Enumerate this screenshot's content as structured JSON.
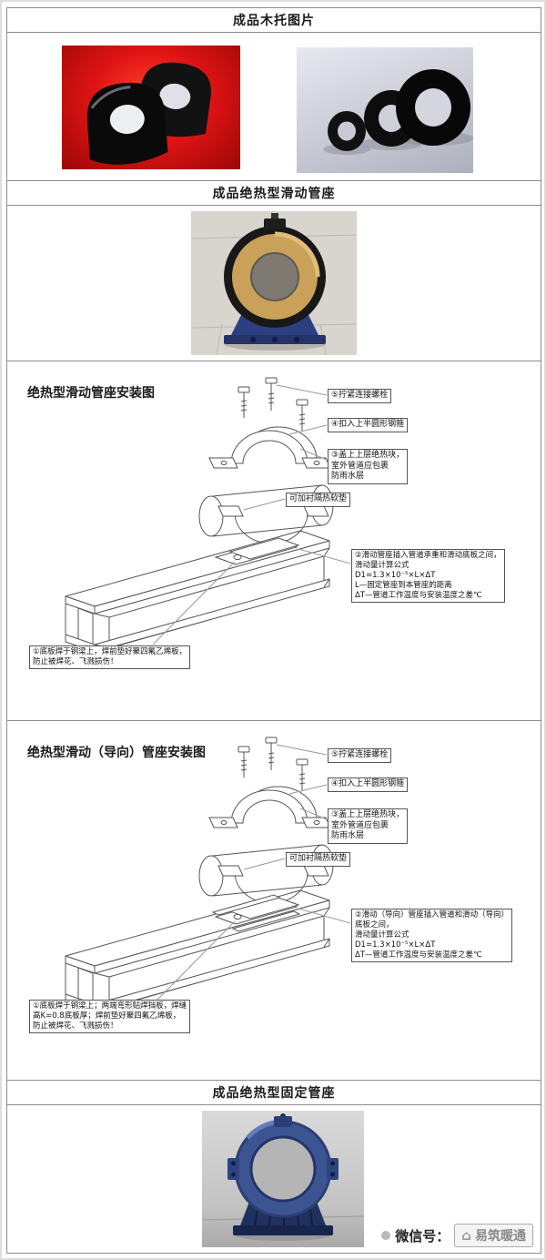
{
  "sections": {
    "wood": {
      "title": "成品木托图片"
    },
    "sliding": {
      "title": "成品绝热型滑动管座"
    },
    "fixed": {
      "title": "成品绝热型固定管座"
    }
  },
  "diagram1": {
    "title": "绝热型滑动管座安装图",
    "callout5": "⑤拧紧连接螺栓",
    "callout4": "④扣入上半圆形钢箍",
    "callout3": "③盖上上层绝热块，\n室外管道应包裹\n防雨水层",
    "callout_pad": "可加衬隔热软垫",
    "callout2": "②滑动管座插入管道承重和滑动底板之间，\n滑动量计算公式\nD1=1.3×10⁻⁵×L×ΔT\nL—固定管座到本管座的距离\nΔT—管道工作温度与安装温度之差℃",
    "callout1": "①底板焊于钢梁上，焊前垫好聚四氟乙烯板，\n防止被焊花、飞溅损伤！"
  },
  "diagram2": {
    "title": "绝热型滑动（导向）管座安装图",
    "callout5": "⑤拧紧连接螺栓",
    "callout4": "④扣入上半圆形钢箍",
    "callout3": "③盖上上层绝热块，\n室外管道应包裹\n防雨水层",
    "callout_pad": "可加衬隔热软垫",
    "callout2": "②滑动（导向）管座插入管道和滑动（导向）\n底板之间，\n滑动量计算公式\nD1=1.3×10⁻⁵×L×ΔT\nΔT—管道工作温度与安装温度之差℃",
    "callout1": "①底板焊于钢梁上；两端弯形贴焊挡板，焊缝\n高K=0.8底板厚；焊前垫好聚四氟乙烯板，\n防止被焊花、飞溅损伤！"
  },
  "watermark": {
    "prefix": "微信号：",
    "brand": "易筑暖通"
  }
}
